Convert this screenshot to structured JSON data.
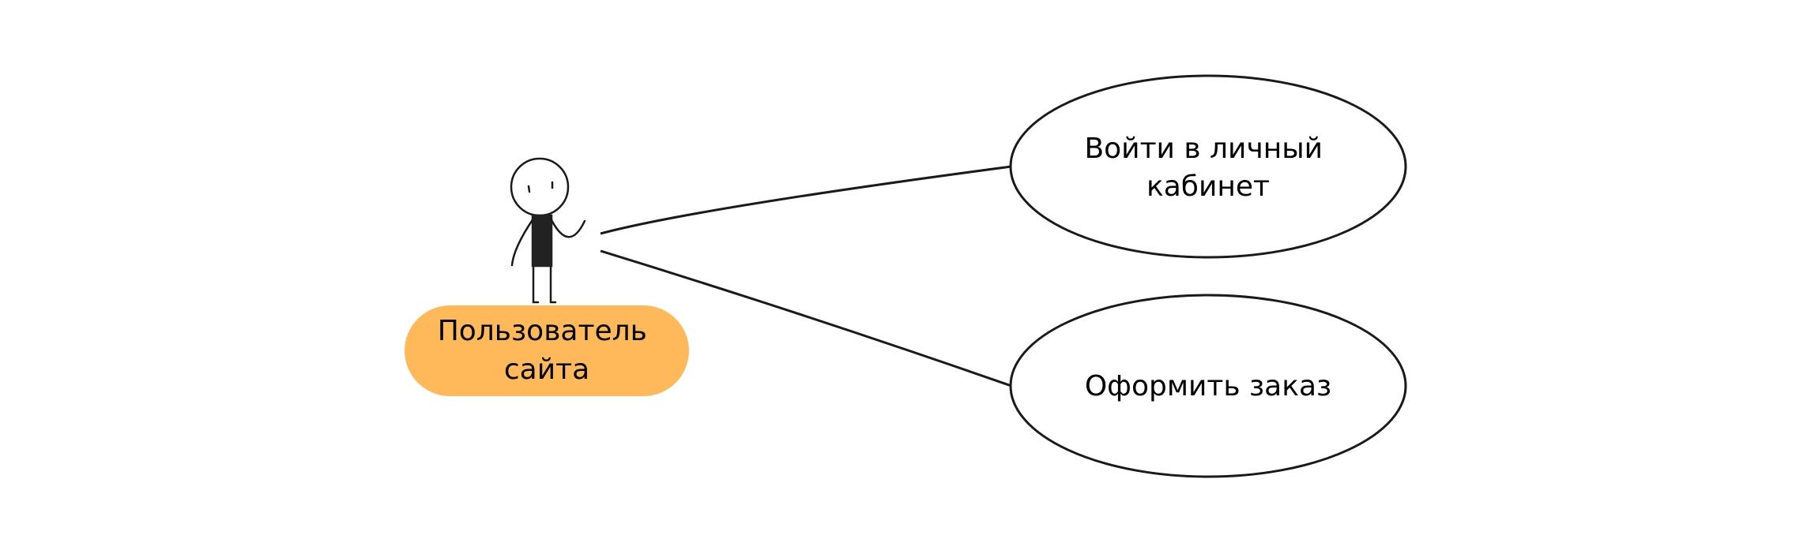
{
  "actor": {
    "label_lines": [
      "Пользователь",
      "сайта"
    ]
  },
  "use_cases": [
    {
      "label_lines": [
        "Войти в личный",
        "кабинет"
      ]
    },
    {
      "label_lines": [
        "Оформить заказ"
      ]
    }
  ],
  "colors": {
    "actor_label_bg": "#FFB95A",
    "stroke": "#1a1a1a",
    "actor_body": "#222222",
    "background": "#ffffff"
  },
  "icons": {
    "actor": "stick-figure-actor-icon"
  }
}
